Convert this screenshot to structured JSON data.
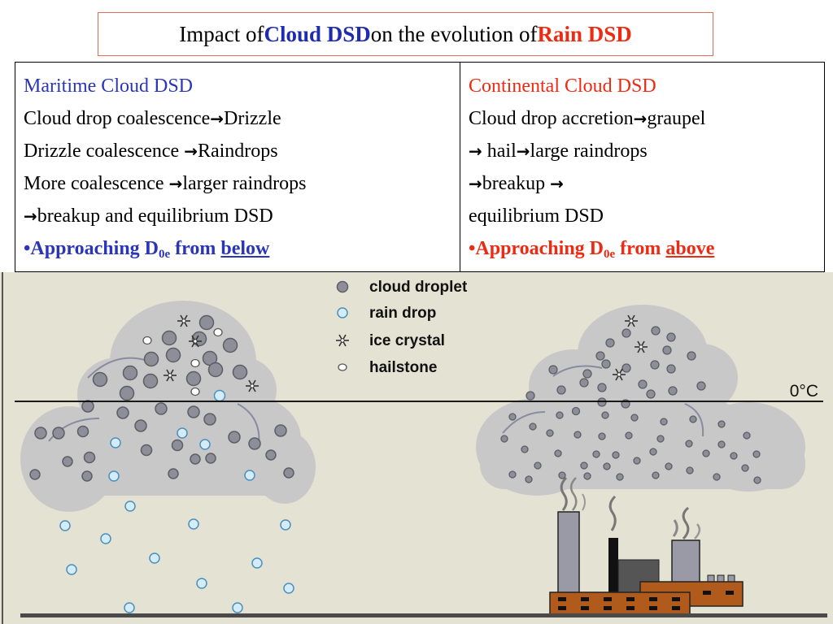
{
  "title": {
    "prefix": "Impact of ",
    "highlight1": "Cloud DSD",
    "middle": " on the evolution of ",
    "highlight2": "Rain DSD"
  },
  "maritime": {
    "heading": "Maritime Cloud DSD",
    "line1_a": "Cloud drop coalescence",
    "line1_b": "Drizzle",
    "line2_a": "Drizzle coalescence ",
    "line2_b": "Raindrops",
    "line3_a": "More coalescence ",
    "line3_b": "larger raindrops",
    "line4_b": "breakup and equilibrium DSD",
    "bullet_a": "•Approaching D",
    "bullet_sub": "0e",
    "bullet_c": " from ",
    "bullet_u": "below"
  },
  "continental": {
    "heading": "Continental Cloud DSD",
    "line1_a": "Cloud drop accretion",
    "line1_b": "graupel",
    "line2_b": " hail",
    "line2_c": "large raindrops",
    "line3_b": "breakup ",
    "line4": "equilibrium DSD",
    "bullet_a": "•Approaching D",
    "bullet_sub": "0e",
    "bullet_c": " from ",
    "bullet_u": "above"
  },
  "arrow_glyph": "→",
  "legend": [
    {
      "label": "cloud droplet",
      "icon": "cloud-droplet-icon"
    },
    {
      "label": "rain drop",
      "icon": "rain-drop-icon"
    },
    {
      "label": "ice crystal",
      "icon": "ice-crystal-icon"
    },
    {
      "label": "hailstone",
      "icon": "hailstone-icon"
    }
  ],
  "freezing_level_label": "0°C",
  "colors": {
    "title_border": "#e06a5a",
    "maritime_blue": "#2a35b8",
    "continental_red": "#ee2a12",
    "scene_background": "#e4e2d2",
    "cloud_fill": "#c8c8c8",
    "cloud_droplet": "#8e8e98",
    "rain_drop": "#d4ecf8",
    "factory_brick": "#b05a1c",
    "chimney": "#9a9aa6"
  }
}
